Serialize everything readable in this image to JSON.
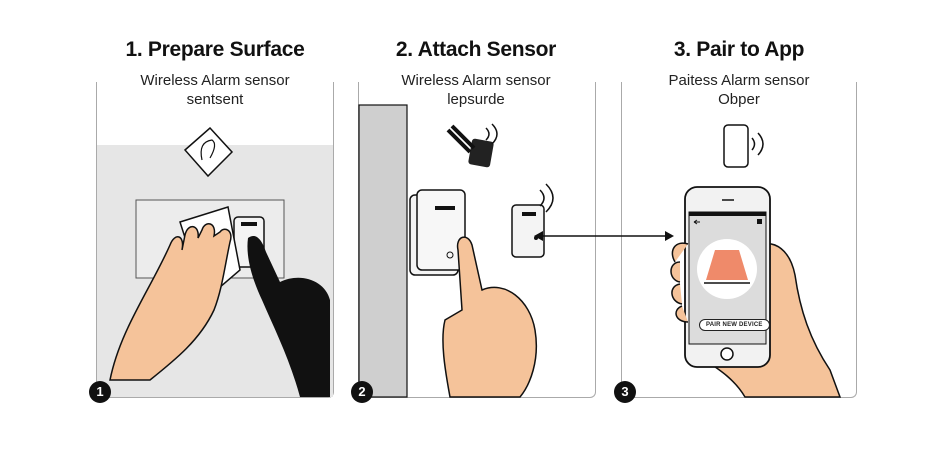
{
  "steps": [
    {
      "number": "1",
      "title": "1. Prepare Surface",
      "subtitle_line1": "Wireless Alarm sensor",
      "subtitle_line2": "sentsent"
    },
    {
      "number": "2",
      "title": "2. Attach Sensor",
      "subtitle_line1": "Wireless Alarm sensor",
      "subtitle_line2": "lepsurde"
    },
    {
      "number": "3",
      "title": "3. Pair to App",
      "subtitle_line1": "Paitess Alarm sensor",
      "subtitle_line2": "Obper"
    }
  ],
  "app": {
    "pair_button_label": "PAIR NEW DEVICE"
  },
  "colors": {
    "skin": "#f5c39a",
    "accent": "#ef8a6a",
    "wall": "#e6e6e6"
  }
}
